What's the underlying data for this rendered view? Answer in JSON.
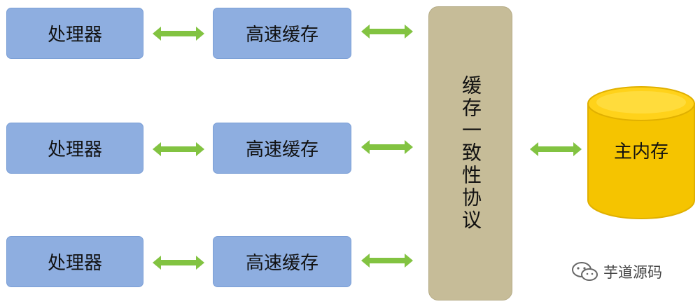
{
  "rows": [
    {
      "processor": "处理器",
      "cache": "高速缓存"
    },
    {
      "processor": "处理器",
      "cache": "高速缓存"
    },
    {
      "processor": "处理器",
      "cache": "高速缓存"
    }
  ],
  "protocol": "缓存一致性协议",
  "memory": "主内存",
  "watermark": "芋道源码",
  "colors": {
    "box": "#8eaee0",
    "protocol": "#c6bc98",
    "memory": "#f5c400",
    "arrow": "#82c341"
  },
  "icons": {
    "arrow": "double-arrow-icon",
    "wechat": "wechat-icon"
  }
}
